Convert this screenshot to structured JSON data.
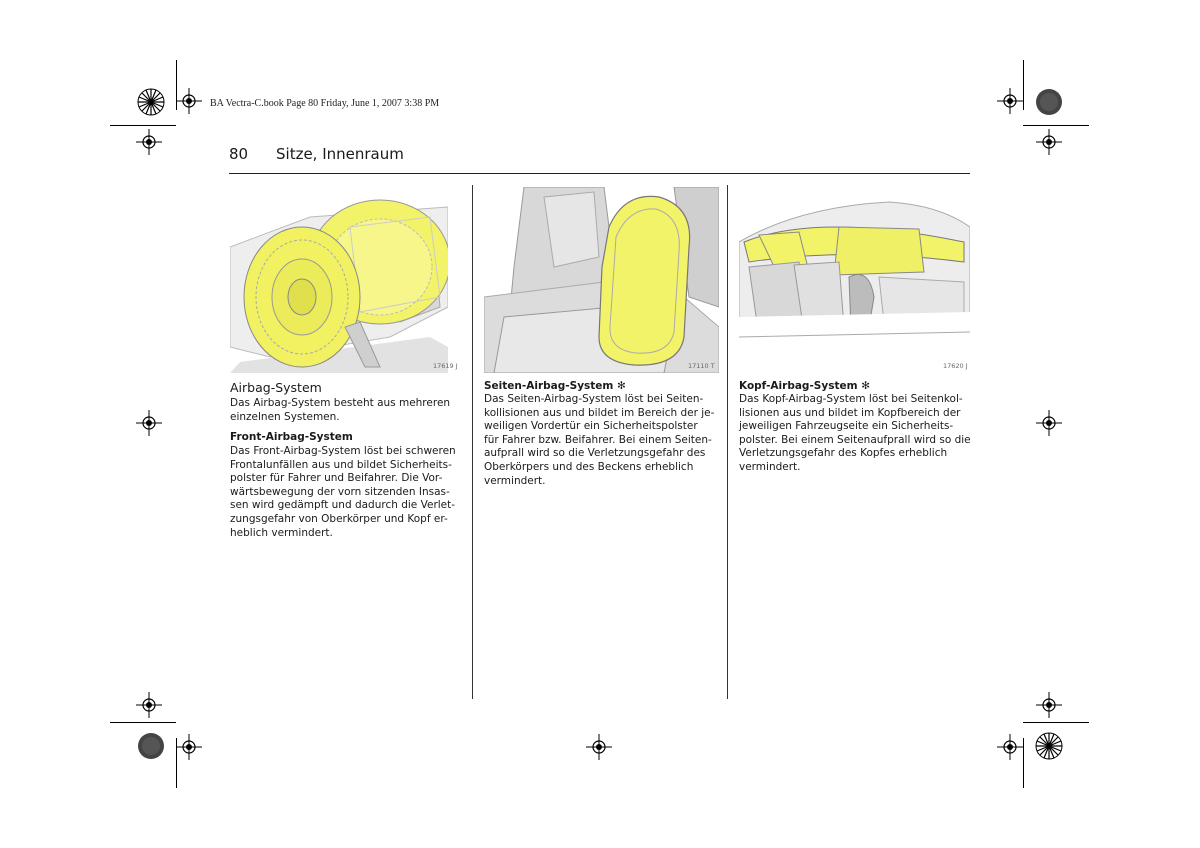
{
  "print_header": "BA Vectra-C.book  Page 80  Friday, June 1, 2007  3:38 PM",
  "page": {
    "number": "80",
    "title": "Sitze, Innenraum"
  },
  "figures": [
    {
      "id": "17619 J"
    },
    {
      "id": "17110 T"
    },
    {
      "id": "17620 J"
    }
  ],
  "col1": {
    "heading": "Airbag-System",
    "intro": [
      "Das Airbag-System besteht aus mehreren",
      "einzelnen Systemen."
    ],
    "sub_heading": "Front-Airbag-System",
    "text": [
      "Das Front-Airbag-System löst bei schweren",
      "Frontalunfällen aus und bildet Sicherheits-",
      "polster für Fahrer und Beifahrer. Die Vor-",
      "wärtsbewegung der vorn sitzenden Insas-",
      "sen wird gedämpft und dadurch die Verlet-",
      "zungsgefahr von Oberkörper und Kopf er-",
      "heblich vermindert."
    ]
  },
  "col2": {
    "heading": "Seiten-Airbag-System ✻",
    "text": [
      "Das Seiten-Airbag-System löst bei Seiten-",
      "kollisionen aus und bildet im Bereich der je-",
      "weiligen Vordertür ein Sicherheitspolster",
      "für Fahrer bzw. Beifahrer. Bei einem Seiten-",
      "aufprall wird so die Verletzungsgefahr des",
      "Oberkörpers und des Beckens erheblich",
      "vermindert."
    ]
  },
  "col3": {
    "heading": "Kopf-Airbag-System ✻",
    "text": [
      "Das Kopf-Airbag-System löst bei Seitenkol-",
      "lisionen aus und bildet im Kopfbereich der",
      "jeweiligen Fahrzeugseite ein Sicherheits-",
      "polster. Bei einem Seitenaufprall wird so die",
      "Verletzungsgefahr des Kopfes erheblich",
      "vermindert."
    ]
  }
}
